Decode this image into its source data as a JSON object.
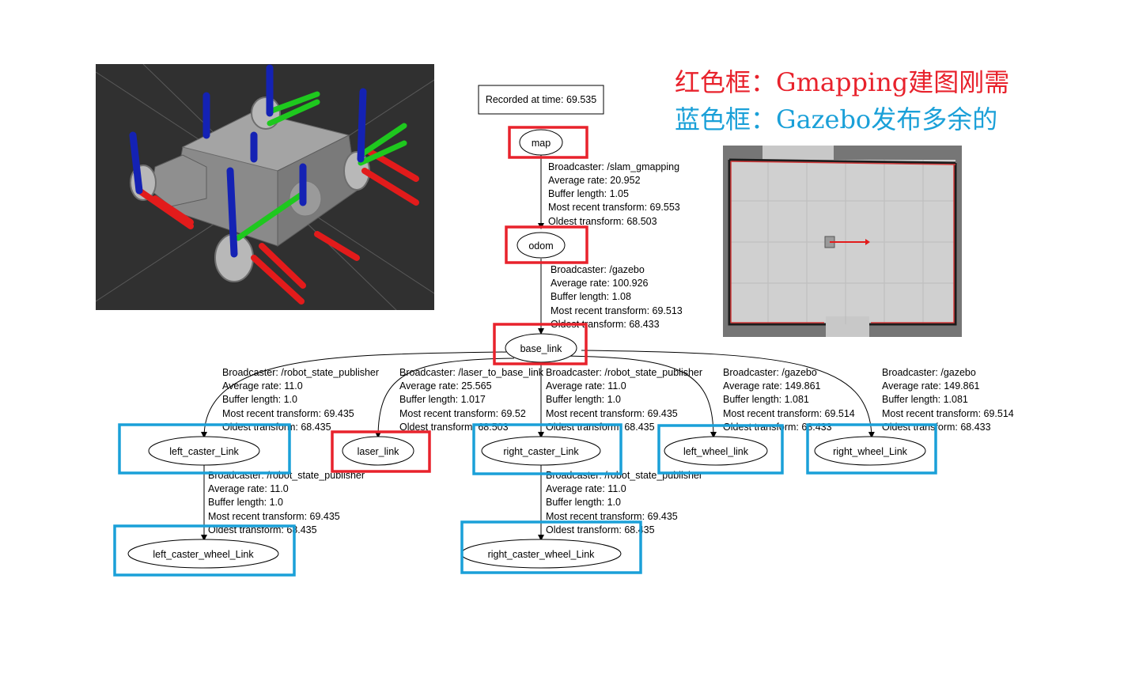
{
  "legend": {
    "red_text": "红色框：Gmapping建图刚需",
    "blue_text": "蓝色框：Gazebo发布多余的"
  },
  "colors": {
    "red": "#e8222c",
    "blue": "#1aa0d8",
    "axis_x": "#e21b1b",
    "axis_y": "#1ec81e",
    "axis_z": "#1422b4"
  },
  "tf_tree": {
    "recorded": "Recorded at time: 69.535",
    "nodes": {
      "map": "map",
      "odom": "odom",
      "base_link": "base_link",
      "left_caster": "left_caster_Link",
      "laser": "laser_link",
      "right_caster": "right_caster_Link",
      "left_wheel": "left_wheel_link",
      "right_wheel": "right_wheel_Link",
      "left_caster_wheel": "left_caster_wheel_Link",
      "right_caster_wheel": "right_caster_wheel_Link"
    },
    "edges": {
      "map_odom": [
        "Broadcaster: /slam_gmapping",
        "Average rate: 20.952",
        "Buffer length: 1.05",
        "Most recent transform: 69.553",
        "Oldest transform: 68.503"
      ],
      "odom_base": [
        "Broadcaster: /gazebo",
        "Average rate: 100.926",
        "Buffer length: 1.08",
        "Most recent transform: 69.513",
        "Oldest transform: 68.433"
      ],
      "base_leftcaster": [
        "Broadcaster: /robot_state_publisher",
        "Average rate: 11.0",
        "Buffer length: 1.0",
        "Most recent transform: 69.435",
        "Oldest transform: 68.435"
      ],
      "base_laser": [
        "Broadcaster: /laser_to_base_link",
        "Average rate: 25.565",
        "Buffer length: 1.017",
        "Most recent transform: 69.52",
        "Oldest transform: 68.503"
      ],
      "base_rightcaster": [
        "Broadcaster: /robot_state_publisher",
        "Average rate: 11.0",
        "Buffer length: 1.0",
        "Most recent transform: 69.435",
        "Oldest transform: 68.435"
      ],
      "base_leftwheel": [
        "Broadcaster: /gazebo",
        "Average rate: 149.861",
        "Buffer length: 1.081",
        "Most recent transform: 69.514",
        "Oldest transform: 68.433"
      ],
      "base_rightwheel": [
        "Broadcaster: /gazebo",
        "Average rate: 149.861",
        "Buffer length: 1.081",
        "Most recent transform: 69.514",
        "Oldest transform: 68.433"
      ],
      "leftcaster_wheel": [
        "Broadcaster: /robot_state_publisher",
        "Average rate: 11.0",
        "Buffer length: 1.0",
        "Most recent transform: 69.435",
        "Oldest transform: 68.435"
      ],
      "rightcaster_wheel": [
        "Broadcaster: /robot_state_publisher",
        "Average rate: 11.0",
        "Buffer length: 1.0",
        "Most recent transform: 69.435",
        "Oldest transform: 68.435"
      ]
    }
  }
}
